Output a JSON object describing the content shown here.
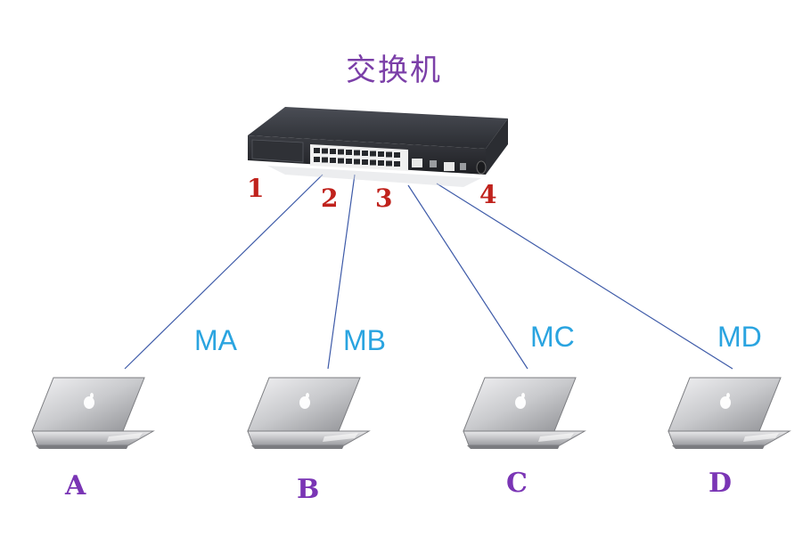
{
  "switch": {
    "title": "交换机",
    "icon": "network-switch-icon"
  },
  "ports": [
    {
      "number": "1"
    },
    {
      "number": "2"
    },
    {
      "number": "3"
    },
    {
      "number": "4"
    }
  ],
  "hosts": [
    {
      "name": "A",
      "mac": "MA",
      "icon": "laptop-icon"
    },
    {
      "name": "B",
      "mac": "MB",
      "icon": "laptop-icon"
    },
    {
      "name": "C",
      "mac": "MC",
      "icon": "laptop-icon"
    },
    {
      "name": "D",
      "mac": "MD",
      "icon": "laptop-icon"
    }
  ],
  "colors": {
    "title": "#7b3fa8",
    "port_numbers": "#c0221c",
    "mac_labels": "#2aa4e0",
    "host_labels": "#7a35b5",
    "links": "#3d5aa8"
  }
}
